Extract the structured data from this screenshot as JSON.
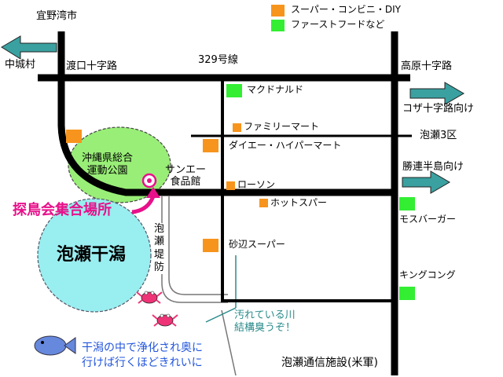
{
  "legend": [
    {
      "label": "スーパー・コンビニ・DIY",
      "color": "#f7941d"
    },
    {
      "label": "ファーストフードなど",
      "color": "#33ee33"
    }
  ],
  "places": {
    "ginowan": "宜野湾市",
    "nakagusuku": "中城村",
    "toguchi": "渡口十字路",
    "route": "329号線",
    "takahara": "高原十字路",
    "koza": "コザ十字路向け",
    "awase3": "泡瀬3区",
    "katsuren": "勝連半島向け",
    "park": "沖縄県総合\n運動公園",
    "sanei": "サンエー\n食品館",
    "meeting": "探鳥会集合場所",
    "higata": "泡瀬干潟",
    "levee": "泡\n瀬\n堤\n防",
    "river": "汚れている川\n結構臭うぞ！",
    "comment": "干潟の中で浄化され奥に\n行けば行くほどきれいに",
    "military": "泡瀬通信施設(米軍)"
  },
  "stores": {
    "mcdonalds": "マクドナルド",
    "familymart": "ファミリーマート",
    "daiei": "ダイエー・ハイパーマート",
    "lawson": "ローソン",
    "hotspar": "ホットスパー",
    "sunabe": "砂辺スーパー",
    "mos": "モスバーガー",
    "kingkong": "キングコング"
  },
  "colors": {
    "road": "#000000",
    "arrow": "#3aa0a0",
    "park": "#99ee77",
    "higata": "#99eef0",
    "meeting": "#e8108a",
    "river": "#2a8a8a",
    "comment": "#2255dd",
    "crab": "#ee3377",
    "fish": "#6688dd"
  },
  "icons": [
    "arrow-left-icon",
    "arrow-right-icon",
    "meeting-point-icon",
    "crab-icon",
    "fish-icon"
  ]
}
